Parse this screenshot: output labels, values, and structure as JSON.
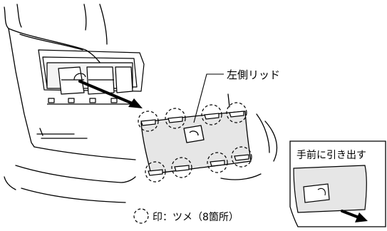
{
  "callouts": {
    "left_lid": "左側リッド",
    "pull_forward": "手前に引き出す"
  },
  "legend": {
    "text": "印：ツメ（8箇所）",
    "marker_icon": "dashed-circle-icon"
  },
  "tabs": {
    "count": 8
  },
  "colors": {
    "line": "#000000",
    "panel_fill": "#e6e6e6",
    "background": "#ffffff"
  }
}
